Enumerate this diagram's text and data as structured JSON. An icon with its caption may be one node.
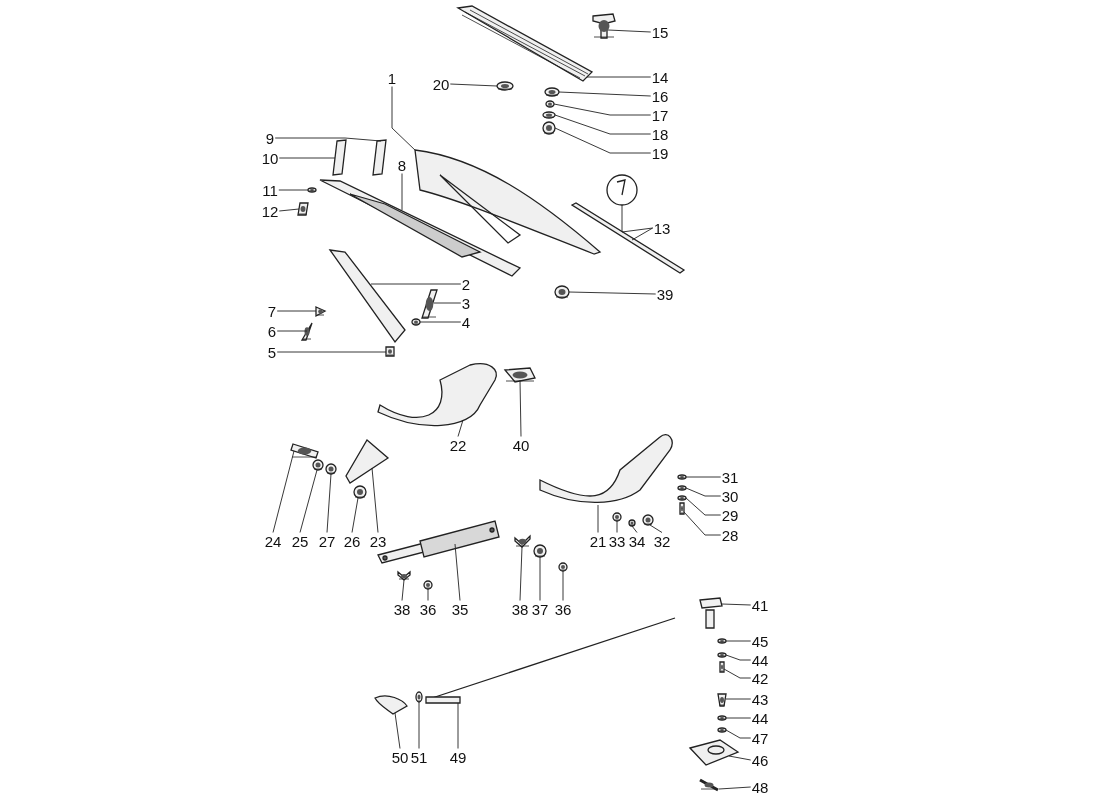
{
  "diagram": {
    "nodes": [
      {
        "text": [
          "15"
        ]
      },
      {
        "text": [
          "20"
        ]
      },
      {
        "text": [
          "14"
        ]
      },
      {
        "text": [
          "1"
        ]
      },
      {
        "text": [
          "16"
        ]
      },
      {
        "text": [
          "17"
        ]
      },
      {
        "text": [
          "18"
        ]
      },
      {
        "text": [
          "9"
        ]
      },
      {
        "text": [
          "19"
        ]
      },
      {
        "text": [
          "10"
        ]
      },
      {
        "text": [
          "8"
        ]
      },
      {
        "text": [
          "11"
        ]
      },
      {
        "text": [
          "12"
        ]
      },
      {
        "text": [
          "13"
        ]
      },
      {
        "text": [
          "2"
        ]
      },
      {
        "text": [
          "39"
        ]
      },
      {
        "text": [
          "3"
        ]
      },
      {
        "text": [
          "7"
        ]
      },
      {
        "text": [
          "4"
        ]
      },
      {
        "text": [
          "6"
        ]
      },
      {
        "text": [
          "5"
        ]
      },
      {
        "text": [
          "22"
        ]
      },
      {
        "text": [
          "40"
        ]
      },
      {
        "text": [
          "31"
        ]
      },
      {
        "text": [
          "30"
        ]
      },
      {
        "text": [
          "29"
        ]
      },
      {
        "text": [
          "28"
        ]
      },
      {
        "text": [
          "24"
        ]
      },
      {
        "text": [
          "25"
        ]
      },
      {
        "text": [
          "27"
        ]
      },
      {
        "text": [
          "26"
        ]
      },
      {
        "text": [
          "23"
        ]
      },
      {
        "text": [
          "21"
        ]
      },
      {
        "text": [
          "33"
        ]
      },
      {
        "text": [
          "34"
        ]
      },
      {
        "text": [
          "32"
        ]
      },
      {
        "text": [
          "41"
        ]
      },
      {
        "text": [
          "38"
        ]
      },
      {
        "text": [
          "36"
        ]
      },
      {
        "text": [
          "35"
        ]
      },
      {
        "text": [
          "38"
        ]
      },
      {
        "text": [
          "37"
        ]
      },
      {
        "text": [
          "36"
        ]
      },
      {
        "text": [
          "45"
        ]
      },
      {
        "text": [
          "44"
        ]
      },
      {
        "text": [
          "42"
        ]
      },
      {
        "text": [
          "43"
        ]
      },
      {
        "text": [
          "44"
        ]
      },
      {
        "text": [
          "47"
        ]
      },
      {
        "text": [
          "50"
        ]
      },
      {
        "text": [
          "51"
        ]
      },
      {
        "text": [
          "49"
        ]
      },
      {
        "text": [
          "46"
        ]
      },
      {
        "text": [
          "48"
        ]
      },
      {
        "text": [],
        "shape": "picture"
      },
      {
        "text": [],
        "shape": "picture"
      },
      {
        "text": [],
        "shape": "picture"
      },
      {
        "text": [],
        "shape": "picture"
      },
      {
        "text": [],
        "shape": "picture"
      },
      {
        "text": [],
        "shape": "picture"
      },
      {
        "text": [],
        "shape": "picture"
      },
      {
        "text": [],
        "shape": "picture"
      },
      {
        "text": [],
        "shape": "picture"
      },
      {
        "text": [],
        "shape": "picture"
      },
      {
        "text": [],
        "shape": "picture"
      },
      {
        "text": [],
        "shape": "picture"
      },
      {
        "text": [],
        "shape": "picture"
      },
      {
        "text": [],
        "shape": "picture"
      },
      {
        "text": [],
        "shape": "picture"
      },
      {
        "text": [],
        "shape": "picture"
      },
      {
        "text": [],
        "shape": "picture"
      },
      {
        "text": [],
        "shape": "picture"
      },
      {
        "text": [],
        "shape": "picture"
      },
      {
        "text": [],
        "shape": "picture"
      },
      {
        "text": [],
        "shape": "picture"
      },
      {
        "text": [],
        "shape": "picture"
      },
      {
        "text": [],
        "shape": "picture"
      },
      {
        "text": [],
        "shape": "picture"
      },
      {
        "text": [],
        "shape": "picture"
      },
      {
        "text": [],
        "shape": "picture"
      },
      {
        "text": [],
        "shape": "picture"
      },
      {
        "text": [],
        "shape": "picture"
      },
      {
        "text": [],
        "shape": "picture"
      },
      {
        "text": [],
        "shape": "picture"
      },
      {
        "text": [],
        "shape": "picture"
      },
      {
        "text": [],
        "shape": "picture"
      },
      {
        "text": [],
        "shape": "picture"
      },
      {
        "text": [],
        "shape": "picture"
      },
      {
        "text": [],
        "shape": "picture"
      },
      {
        "text": [],
        "shape": "picture"
      },
      {
        "text": [],
        "shape": "picture"
      },
      {
        "text": [],
        "shape": "picture"
      },
      {
        "text": [],
        "shape": "picture"
      },
      {
        "text": [],
        "shape": "picture"
      },
      {
        "text": [],
        "shape": "picture"
      },
      {
        "text": [],
        "shape": "picture"
      },
      {
        "text": [],
        "shape": "picture"
      },
      {
        "text": [],
        "shape": "picture"
      },
      {
        "text": [],
        "shape": "picture"
      },
      {
        "text": [],
        "shape": "picture"
      },
      {
        "text": [],
        "shape": "picture"
      },
      {
        "text": [],
        "shape": "picture"
      },
      {
        "text": [],
        "shape": "picture"
      },
      {
        "text": [],
        "shape": "picture"
      },
      {
        "text": [],
        "shape": "picture"
      },
      {
        "text": [],
        "shape": "picture"
      },
      {
        "text": [],
        "shape": "picture"
      },
      {
        "text": [],
        "shape": "picture"
      },
      {
        "text": [],
        "shape": "picture"
      }
    ],
    "edges": [
      {
        "from": 0,
        "to": 54,
        "arrow": "none"
      },
      {
        "from": 1,
        "to": 55,
        "arrow": "none"
      },
      {
        "from": 2,
        "to": 56,
        "arrow": "none"
      },
      {
        "from": 3,
        "to": 57,
        "arrow": "none"
      },
      {
        "from": 4,
        "to": 58,
        "arrow": "none"
      },
      {
        "from": 5,
        "to": 59,
        "arrow": "none"
      },
      {
        "from": 6,
        "to": 60,
        "arrow": "none"
      },
      {
        "from": 7,
        "to": 61,
        "arrow": "none"
      },
      {
        "from": 8,
        "to": 62,
        "arrow": "none"
      },
      {
        "from": 9,
        "to": 63,
        "arrow": "none"
      },
      {
        "from": 10,
        "to": 64,
        "arrow": "none"
      },
      {
        "from": 11,
        "to": 65,
        "arrow": "none"
      },
      {
        "from": 12,
        "to": 66,
        "arrow": "none"
      },
      {
        "from": 13,
        "to": 67,
        "arrow": "none"
      },
      {
        "from": 13,
        "to": 68,
        "arrow": "none"
      },
      {
        "from": 14,
        "to": 69,
        "arrow": "none"
      },
      {
        "from": 15,
        "to": 70,
        "arrow": "none"
      },
      {
        "from": 16,
        "to": 71,
        "arrow": "none"
      },
      {
        "from": 17,
        "to": 72,
        "arrow": "none"
      },
      {
        "from": 18,
        "to": 73,
        "arrow": "none"
      },
      {
        "from": 19,
        "to": 74,
        "arrow": "none"
      },
      {
        "from": 20,
        "to": 75,
        "arrow": "none"
      },
      {
        "from": 21,
        "to": 76,
        "arrow": "none"
      },
      {
        "from": 22,
        "to": 77,
        "arrow": "none"
      },
      {
        "from": 23,
        "to": 78,
        "arrow": "none"
      },
      {
        "from": 24,
        "to": 79,
        "arrow": "none"
      },
      {
        "from": 25,
        "to": 80,
        "arrow": "none"
      },
      {
        "from": 26,
        "to": 81,
        "arrow": "none"
      },
      {
        "from": 27,
        "to": 82,
        "arrow": "none"
      },
      {
        "from": 28,
        "to": 83,
        "arrow": "none"
      },
      {
        "from": 29,
        "to": 84,
        "arrow": "none"
      },
      {
        "from": 30,
        "to": 85,
        "arrow": "none"
      },
      {
        "from": 31,
        "to": 86,
        "arrow": "none"
      },
      {
        "from": 32,
        "to": 87,
        "arrow": "none"
      },
      {
        "from": 33,
        "to": 88,
        "arrow": "none"
      },
      {
        "from": 34,
        "to": 89,
        "arrow": "none"
      },
      {
        "from": 35,
        "to": 90,
        "arrow": "none"
      },
      {
        "from": 36,
        "to": 91,
        "arrow": "none"
      },
      {
        "from": 37,
        "to": 92,
        "arrow": "none"
      },
      {
        "from": 38,
        "to": 93,
        "arrow": "none"
      },
      {
        "from": 39,
        "to": 94,
        "arrow": "none"
      },
      {
        "from": 40,
        "to": 95,
        "arrow": "none"
      },
      {
        "from": 41,
        "to": 96,
        "arrow": "none"
      },
      {
        "from": 42,
        "to": 97,
        "arrow": "none"
      },
      {
        "from": 43,
        "to": 98,
        "arrow": "none"
      },
      {
        "from": 44,
        "to": 99,
        "arrow": "none"
      },
      {
        "from": 45,
        "to": 100,
        "arrow": "none"
      },
      {
        "from": 46,
        "to": 101,
        "arrow": "none"
      },
      {
        "from": 47,
        "to": 102,
        "arrow": "none"
      },
      {
        "from": 48,
        "to": 103,
        "arrow": "none"
      },
      {
        "from": 49,
        "to": 104,
        "arrow": "none"
      },
      {
        "from": 50,
        "to": 105,
        "arrow": "none"
      },
      {
        "from": 51,
        "to": 106,
        "arrow": "none"
      },
      {
        "from": 52,
        "to": 107,
        "arrow": "none"
      },
      {
        "from": 53,
        "to": 108,
        "arrow": "none"
      }
    ]
  }
}
